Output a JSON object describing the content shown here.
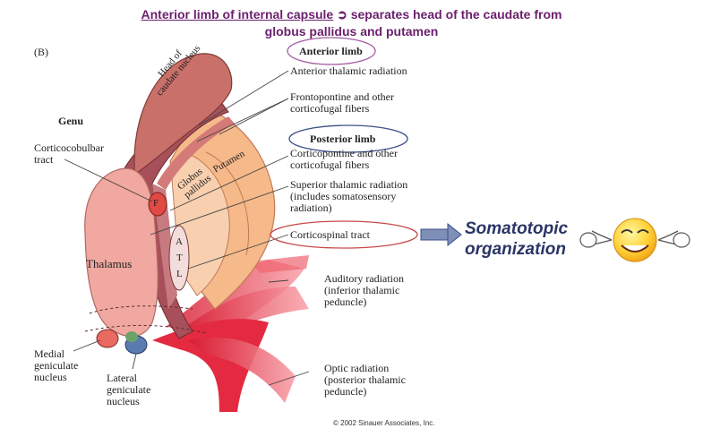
{
  "title": {
    "line1_underlined": "Anterior limb of internal capsule",
    "line1_symbol": "➲",
    "line1_rest": "separates head of the caudate from",
    "line2": "globus pallidus and putamen"
  },
  "panel_label": "(B)",
  "labels": {
    "genu": "Genu",
    "corticobulbar_1": "Corticocobulbar",
    "corticobulbar_2": "tract",
    "thalamus": "Thalamus",
    "medial_geniculate_1": "Medial",
    "medial_geniculate_2": "geniculate",
    "medial_geniculate_3": "nucleus",
    "lateral_geniculate_1": "Lateral",
    "lateral_geniculate_2": "geniculate",
    "lateral_geniculate_3": "nucleus",
    "anterior_limb": "Anterior limb",
    "anterior_thalamic": "Anterior thalamic radiation",
    "frontopontine_1": "Frontopontine and other",
    "frontopontine_2": "corticofugal fibers",
    "posterior_limb": "Posterior limb",
    "corticopontine_1": "Corticopontine and other",
    "corticopontine_2": "corticofugal fibers",
    "superior_thalamic_1": "Superior thalamic radiation",
    "superior_thalamic_2": "(includes somatosensory",
    "superior_thalamic_3": "radiation)",
    "corticospinal": "Corticospinal tract",
    "auditory_1": "Auditory radiation",
    "auditory_2": "(inferior thalamic",
    "auditory_3": "peduncle)",
    "optic_1": "Optic radiation",
    "optic_2": "(posterior thalamic",
    "optic_3": "peduncle)",
    "caudate_1": "Head of",
    "caudate_2": "caudate nucleus",
    "globus_1": "Globus",
    "globus_2": "pallidus",
    "putamen": "Putamen",
    "f_letter": "F",
    "a_letter": "A",
    "t_letter": "T",
    "l_letter": "L",
    "copyright": "© 2002 Sinauer Associates, Inc."
  },
  "somatotopic_1": "Somatotopic",
  "somatotopic_2": "organization",
  "colors": {
    "title": "#6b1f6e",
    "putamen": "#f6b98a",
    "thalamus": "#f0a8a0",
    "capsule": "#a8505a",
    "caudate": "#c9706a",
    "red_fibers": "#e8283c",
    "anterior_ellipse": "#a45aa4",
    "posterior_ellipse": "#3c4f8a",
    "corticospinal_ellipse": "#c84a4a"
  }
}
